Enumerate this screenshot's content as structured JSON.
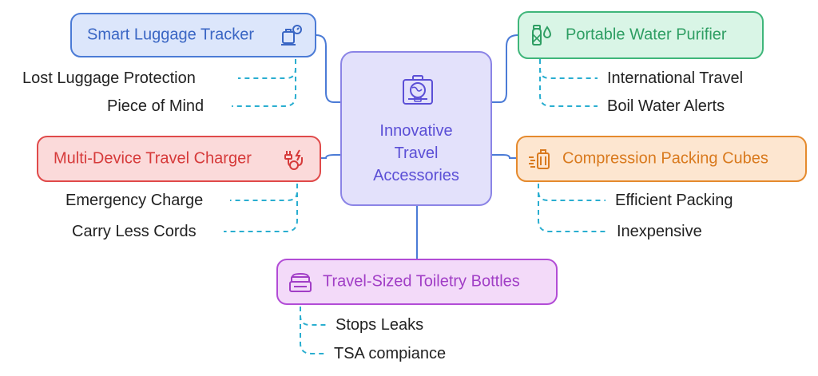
{
  "colors": {
    "blue": "#4b7bd6",
    "blue_fill": "#dce6fb",
    "green": "#3fb67a",
    "green_fill": "#d9f5e6",
    "red": "#e04a4a",
    "red_fill": "#fbdada",
    "orange": "#e58a2d",
    "orange_fill": "#fde6d0",
    "purple": "#b24cd6",
    "purple_fill": "#f3daf9",
    "center": "#8b84e6",
    "center_fill": "#e3e1fb",
    "center_text": "#5b4fd6"
  },
  "center": {
    "lines": [
      "Innovative",
      "Travel",
      "Accessories"
    ],
    "icon": "suitcase-globe-icon"
  },
  "branches": [
    {
      "id": "smart-luggage-tracker",
      "label": "Smart Luggage Tracker",
      "icon": "luggage-tracker-icon",
      "leaves": [
        "Lost Luggage Protection",
        "Piece of Mind"
      ]
    },
    {
      "id": "multi-device-travel-charger",
      "label": "Multi-Device Travel Charger",
      "icon": "charger-plug-icon",
      "leaves": [
        "Emergency Charge",
        "Carry Less Cords"
      ]
    },
    {
      "id": "portable-water-purifier",
      "label": "Portable Water Purifier",
      "icon": "water-purifier-icon",
      "leaves": [
        "International Travel",
        "Boil Water Alerts"
      ]
    },
    {
      "id": "compression-packing-cubes",
      "label": "Compression Packing Cubes",
      "icon": "packing-cube-icon",
      "leaves": [
        "Efficient Packing",
        "Inexpensive"
      ]
    },
    {
      "id": "travel-sized-toiletry-bottles",
      "label": "Travel-Sized Toiletry Bottles",
      "icon": "toiletry-bottle-icon",
      "leaves": [
        "Stops Leaks",
        "TSA compiance"
      ]
    }
  ]
}
